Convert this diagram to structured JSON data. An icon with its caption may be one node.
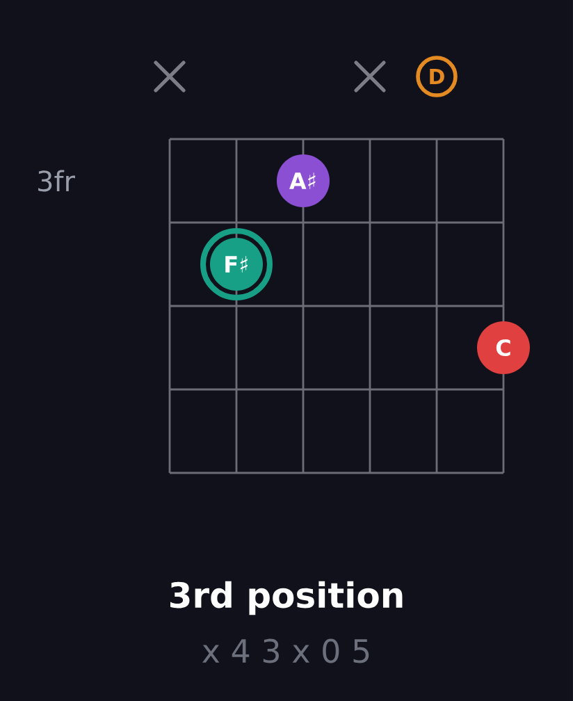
{
  "diagram": {
    "title": "3rd position",
    "nodes": [
      {
        "text": [
          "D"
        ]
      },
      {
        "text": [
          "A♯"
        ]
      },
      {
        "text": [
          "F♯"
        ]
      },
      {
        "text": [
          "C"
        ]
      }
    ],
    "labels": [
      "3fr",
      "x 4 3 x 0 5"
    ]
  }
}
